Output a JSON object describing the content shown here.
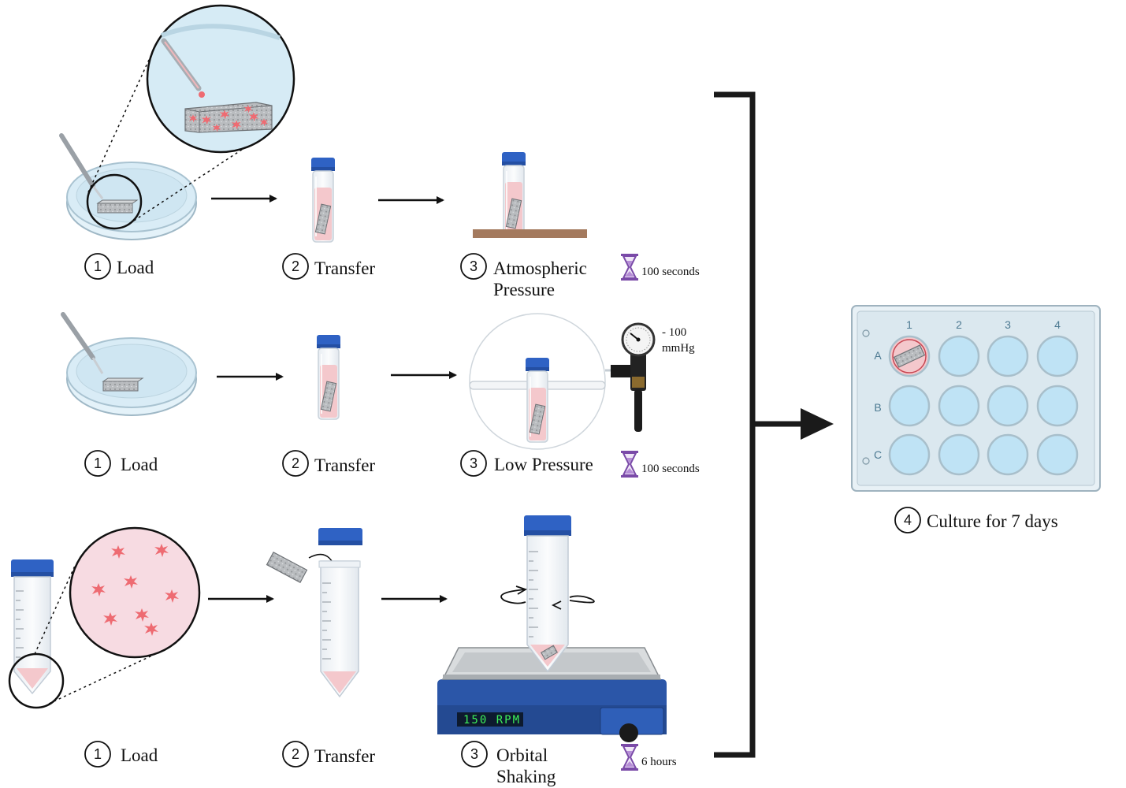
{
  "rows": [
    {
      "steps": [
        {
          "number": "1",
          "label": "Load"
        },
        {
          "number": "2",
          "label": "Transfer"
        },
        {
          "number": "3",
          "label_lines": [
            "Atmospheric",
            "Pressure"
          ]
        }
      ],
      "timer": "100 seconds"
    },
    {
      "steps": [
        {
          "number": "1",
          "label": "Load"
        },
        {
          "number": "2",
          "label": "Transfer"
        },
        {
          "number": "3",
          "label": "Low Pressure"
        }
      ],
      "timer": "100 seconds",
      "gauge_lines": [
        "- 100",
        "mmHg"
      ]
    },
    {
      "steps": [
        {
          "number": "1",
          "label": "Load"
        },
        {
          "number": "2",
          "label": "Transfer"
        },
        {
          "number": "3",
          "label_lines": [
            "Orbital",
            "Shaking"
          ]
        }
      ],
      "timer": "6 hours",
      "shaker_display": "150 RPM"
    }
  ],
  "final_step": {
    "number": "4",
    "label": "Culture for 7 days"
  },
  "plate": {
    "columns": [
      "1",
      "2",
      "3",
      "4"
    ],
    "rows": [
      "A",
      "B",
      "C"
    ]
  },
  "icons": [
    "hourglass-icon",
    "pressure-gauge-icon"
  ],
  "colors": {
    "medium": "#f4c8cc",
    "cap": "#2f62c4",
    "dish": "#d9ecf6",
    "well": "#bfe3f5",
    "timer": "#7a4aa8"
  }
}
